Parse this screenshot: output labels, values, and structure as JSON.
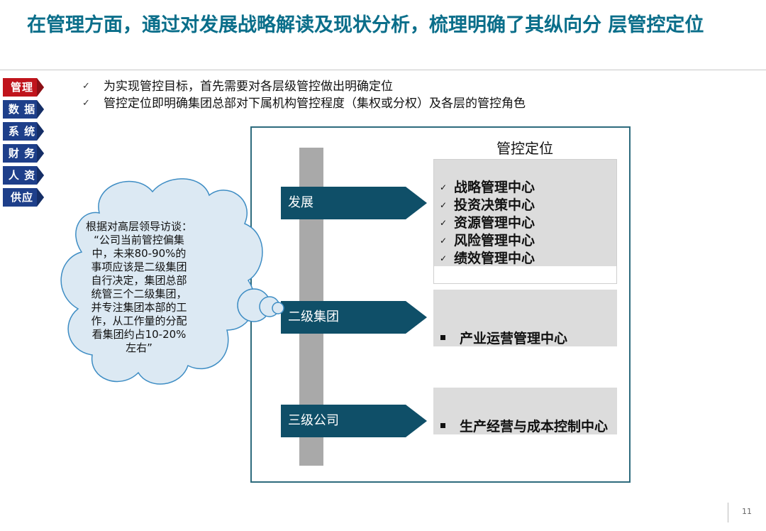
{
  "slide": {
    "title": "在管理方面，通过对发展战略解读及现状分析，梳理明确了其纵向分 层管控定位",
    "page_number": "11"
  },
  "sidebar": {
    "items": [
      {
        "label": "管理",
        "active": true
      },
      {
        "label": "数 据",
        "active": false
      },
      {
        "label": "系 统",
        "active": false
      },
      {
        "label": "财 务",
        "active": false
      },
      {
        "label": "人 资",
        "active": false
      },
      {
        "label": "供应链",
        "active": false
      }
    ],
    "active_color": "#c0141c",
    "inactive_color": "#1e3f8a"
  },
  "bullets": [
    "为实现管控目标，首先需要对各层级管控做出明确定位",
    "管控定位即明确集团总部对下属机构管控程度（集权或分权）及各层的管控角色"
  ],
  "diagram": {
    "column_header": "管控定位",
    "levels": [
      {
        "label": "发展"
      },
      {
        "label": "二级集团"
      },
      {
        "label": "三级公司"
      }
    ],
    "level1_functions": [
      "战略管理中心",
      "投资决策中心",
      "资源管理中心",
      "风险管理中心",
      "绩效管理中心"
    ],
    "level2_function": "产业运营管理中心",
    "level3_function": "生产经营与成本控制中心",
    "arrow_color": "#0f4f68"
  },
  "callout": {
    "lines": [
      "根据对高层领导访谈：",
      "“公司当前管控偏集",
      "中，未来80-90%的",
      "事项应该是二级集团",
      "自行决定，集团总部",
      "统管三个二级集团，",
      "并专注集团本部的工",
      "作，从工作量的分配",
      "看集团约占10-20%",
      "左右”"
    ]
  }
}
